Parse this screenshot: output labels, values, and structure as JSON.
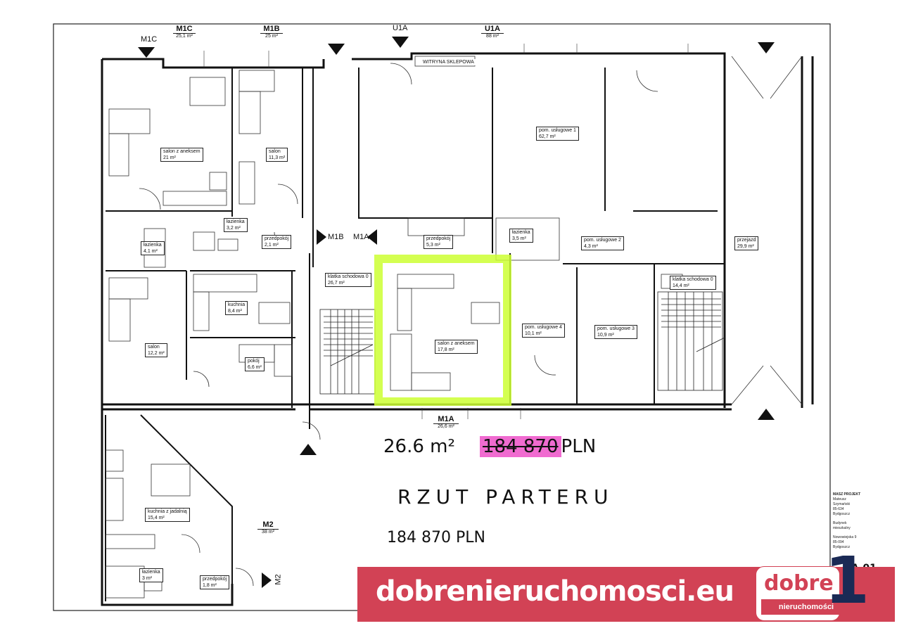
{
  "plan": {
    "title_handwritten": "RZUT PARTERU",
    "area_handwritten": "26.6 m²",
    "price_highlighted_main": "184 870",
    "price_highlighted_suffix": "PLN",
    "price_handwritten": "184 870 PLN",
    "highlight_color": "#ccff33"
  },
  "units": [
    {
      "code": "M1C",
      "area": "25,1 m²"
    },
    {
      "code": "M1B",
      "area": "25 m²"
    },
    {
      "code": "U1A",
      "area": "88 m²"
    },
    {
      "code": "M1A",
      "area": "26,6 m²"
    },
    {
      "code": "M2",
      "area": "38 m²"
    }
  ],
  "entries": [
    {
      "label": "M1C"
    },
    {
      "label": "U1A"
    },
    {
      "label": "M1B"
    },
    {
      "label": "M1A"
    },
    {
      "label": "M2"
    }
  ],
  "rooms": [
    {
      "name": "salon z aneksem",
      "area": "21 m²"
    },
    {
      "name": "salon",
      "area": "11,3 m²"
    },
    {
      "name": "łazienka",
      "area": "3,2 m²"
    },
    {
      "name": "przedpokój",
      "area": "2,1 m²"
    },
    {
      "name": "łazienka",
      "area": "4,1 m²"
    },
    {
      "name": "kuchnia",
      "area": "8,4 m²"
    },
    {
      "name": "salon",
      "area": "12,2 m²"
    },
    {
      "name": "pokój",
      "area": "6,6 m²"
    },
    {
      "name": "klatka schodowa 0",
      "area": "26,7 m²"
    },
    {
      "name": "przedpokój",
      "area": "5,3 m²"
    },
    {
      "name": "salon z aneksem",
      "area": "17,8 m²"
    },
    {
      "name": "pom. usługowe 1",
      "area": "62,7 m²"
    },
    {
      "name": "łazienka",
      "area": "3,5 m²"
    },
    {
      "name": "pom. usługowe 2",
      "area": "4,3 m²"
    },
    {
      "name": "pom. usługowe 4",
      "area": "10,1 m²"
    },
    {
      "name": "pom. usługowe 3",
      "area": "10,9 m²"
    },
    {
      "name": "klatka schodowa 0",
      "area": "14,4 m²"
    },
    {
      "name": "przejazd",
      "area": "29,9 m²"
    },
    {
      "name": "kuchnia z jadalnią",
      "area": "15,4 m²"
    },
    {
      "name": "łazienka",
      "area": "3 m²"
    },
    {
      "name": "przedpokój",
      "area": "1,8 m²"
    }
  ],
  "misc": {
    "shop_window": "WITRYNA SKLEPOWA"
  },
  "title_block": {
    "line1": "MASZ PROJEKT",
    "line2": "Mateusz Szymański",
    "line3": "85-634 Bydgoszcz",
    "line4": "Budynek mieszkalny",
    "line5": "Nowowiejska 9",
    "line6": "85-094 Bydgoszcz",
    "sheet": "A.01"
  },
  "banner": {
    "website": "dobrenieruchomosci.eu",
    "logo_word": "dobre",
    "logo_sub": "nieruchomości",
    "logo_digit": "1",
    "bg_color": "#d24255"
  }
}
